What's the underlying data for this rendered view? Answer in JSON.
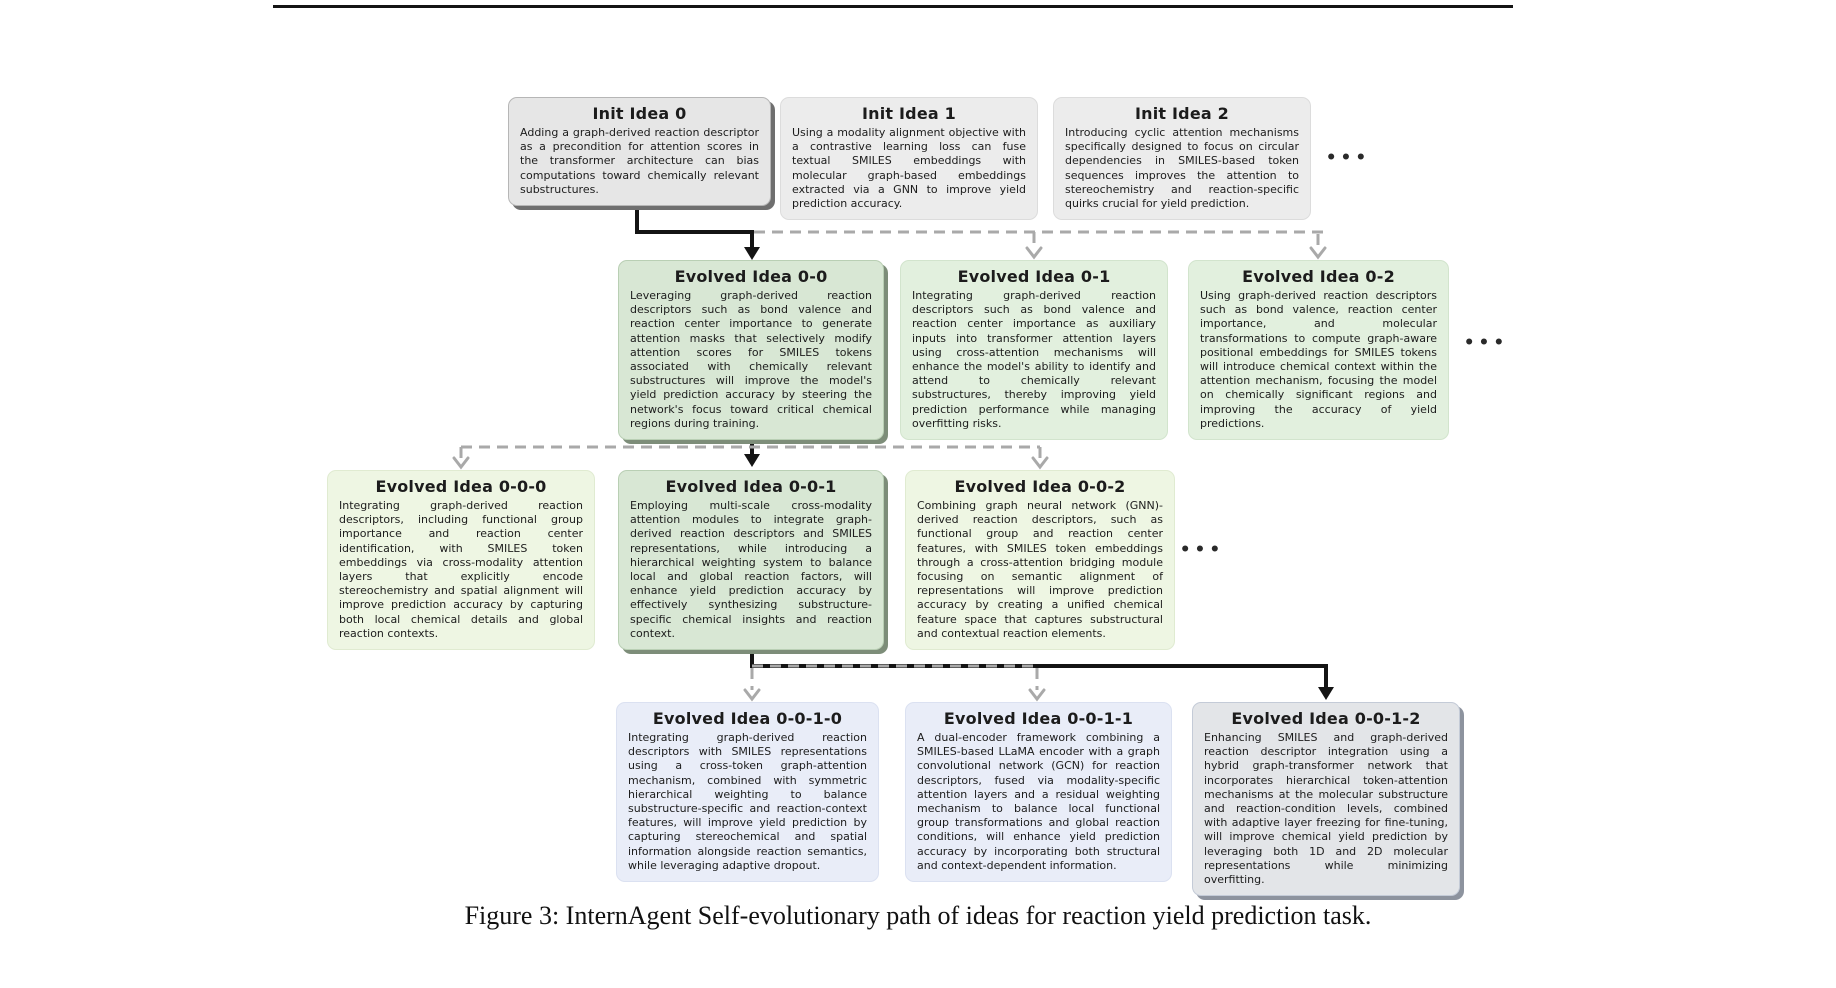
{
  "page": {
    "caption": "Figure 3: InternAgent Self-evolutionary path of ideas for reaction yield prediction task.",
    "ellipsis": "•••"
  },
  "colors": {
    "background": "#ffffff",
    "text": "#1c1c1c",
    "top_rule": "#141414",
    "solid_arrow": "#141414",
    "dashed_arrow": "#a9a9a9",
    "init_box_gray": "#ececec",
    "init_box_highlight_gray": "#e6e6e6",
    "evolved_highlight_green": "#d8e7d4",
    "evolved_light_green": "#e2f0de",
    "evolved_pale_lime": "#eef6e3",
    "evolved_lavender": "#e9edf8",
    "final_highlight_gray": "#e3e5e8"
  },
  "nodes": {
    "init0": {
      "title": "Init Idea 0",
      "body": "Adding a graph-derived reaction descriptor as a precondition for attention scores in the transformer architecture can bias computations toward chemically relevant substructures."
    },
    "init1": {
      "title": "Init Idea 1",
      "body": "Using a modality alignment objective with a contrastive learning loss can fuse textual SMILES embeddings with molecular graph-based embeddings extracted via a GNN to improve yield prediction accuracy."
    },
    "init2": {
      "title": "Init Idea 2",
      "body": "Introducing cyclic attention mechanisms specifically designed to focus on circular dependencies in SMILES-based token sequences improves the attention to stereochemistry and reaction-specific quirks crucial for yield prediction."
    },
    "e00": {
      "title": "Evolved Idea 0-0",
      "body": "Leveraging graph-derived reaction descriptors such as bond valence and reaction center importance to generate attention masks that selectively modify attention scores for SMILES tokens associated with chemically relevant substructures will improve the model's yield prediction accuracy by steering the network's focus toward critical chemical regions during training."
    },
    "e01": {
      "title": "Evolved Idea 0-1",
      "body": "Integrating graph-derived reaction descriptors such as bond valence and reaction center importance as auxiliary inputs into transformer attention layers using cross-attention mechanisms will enhance the model's ability to identify and attend to chemically relevant substructures, thereby improving yield prediction performance while managing overfitting risks."
    },
    "e02": {
      "title": "Evolved Idea 0-2",
      "body": "Using graph-derived reaction descriptors such as bond valence, reaction center importance, and molecular transformations to compute graph-aware positional embeddings for SMILES tokens will introduce chemical context within the attention mechanism, focusing the model on chemically significant regions and improving the accuracy of yield predictions."
    },
    "e000": {
      "title": "Evolved Idea 0-0-0",
      "body": "Integrating graph-derived reaction descriptors, including functional group importance and reaction center identification, with SMILES token embeddings via cross-modality attention layers that explicitly encode stereochemistry and spatial alignment will improve prediction accuracy by capturing both local chemical details and global reaction contexts."
    },
    "e001": {
      "title": "Evolved Idea 0-0-1",
      "body": "Employing multi-scale cross-modality attention modules to integrate graph-derived reaction descriptors and SMILES representations, while introducing a hierarchical weighting system to balance local and global reaction factors, will enhance yield prediction accuracy by effectively synthesizing substructure-specific chemical insights and reaction context."
    },
    "e002": {
      "title": "Evolved Idea 0-0-2",
      "body": "Combining graph neural network (GNN)-derived reaction descriptors, such as functional group and reaction center features, with SMILES token embeddings through a cross-attention bridging module focusing on semantic alignment of representations will improve prediction accuracy by creating a unified chemical feature space that captures substructural and contextual reaction elements."
    },
    "e0010": {
      "title": "Evolved Idea 0-0-1-0",
      "body": "Integrating graph-derived reaction descriptors with SMILES representations using a cross-token graph-attention mechanism, combined with symmetric hierarchical weighting to balance substructure-specific and reaction-context features, will improve yield prediction by capturing stereochemical and spatial information alongside reaction semantics, while leveraging adaptive dropout."
    },
    "e0011": {
      "title": "Evolved Idea 0-0-1-1",
      "body": "A dual-encoder framework combining a SMILES-based LLaMA encoder with a graph convolutional network (GCN) for reaction descriptors, fused via modality-specific attention layers and a residual weighting mechanism to balance local functional group transformations and global reaction conditions, will enhance yield prediction accuracy by incorporating both structural and context-dependent information."
    },
    "e0012": {
      "title": "Evolved Idea 0-0-1-2",
      "body": "Enhancing SMILES and graph-derived reaction descriptor integration using a hybrid graph-transformer network that incorporates hierarchical token-attention mechanisms at the molecular substructure and reaction-condition levels, combined with adaptive layer freezing for fine-tuning, will improve chemical yield prediction by leveraging both 1D and 2D molecular representations while minimizing overfitting."
    }
  }
}
